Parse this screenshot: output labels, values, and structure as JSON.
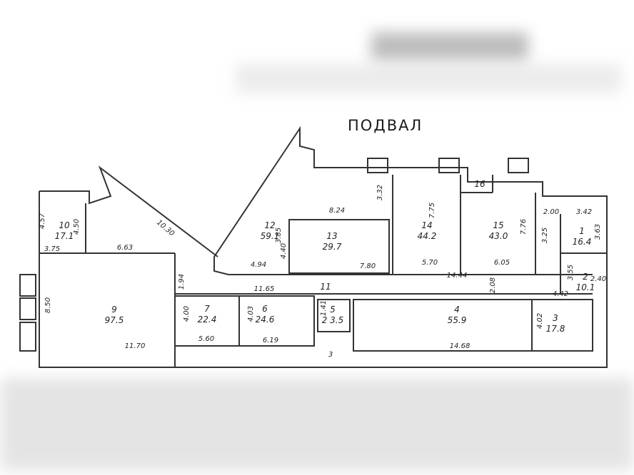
{
  "plan": {
    "title": "ПОДВАЛ",
    "rooms": [
      {
        "id": "1",
        "area": "16.4"
      },
      {
        "id": "2",
        "area": "10.1"
      },
      {
        "id": "3",
        "area": "17.8"
      },
      {
        "id": "4",
        "area": "55.9"
      },
      {
        "id": "5",
        "area": "2 3.5"
      },
      {
        "id": "6",
        "area": "24.6"
      },
      {
        "id": "7",
        "area": "22.4"
      },
      {
        "id": "9",
        "area": "97.5"
      },
      {
        "id": "10",
        "area": "17.1"
      },
      {
        "id": "11",
        "area": ""
      },
      {
        "id": "12",
        "area": "59.1"
      },
      {
        "id": "13",
        "area": "29.7"
      },
      {
        "id": "14",
        "area": "44.2"
      },
      {
        "id": "15",
        "area": "43.0"
      },
      {
        "id": "16",
        "area": ""
      }
    ],
    "dimensions": [
      "4.57",
      "4.50",
      "3.75",
      "6.63",
      "10.30",
      "8.24",
      "3.32",
      "7.75",
      "7.76",
      "2.00",
      "3.42",
      "3.25",
      "3.63",
      "3.85",
      "4.40",
      "4.94",
      "7.80",
      "5.70",
      "6.05",
      "14.44",
      "2.08",
      "3.55",
      "2.40",
      "4.42",
      "11.65",
      "1.94",
      "4.00",
      "4.03",
      "8.50",
      "11.70",
      "5.60",
      "6.19",
      "14.68",
      "4.02",
      "1.41",
      "3"
    ]
  }
}
